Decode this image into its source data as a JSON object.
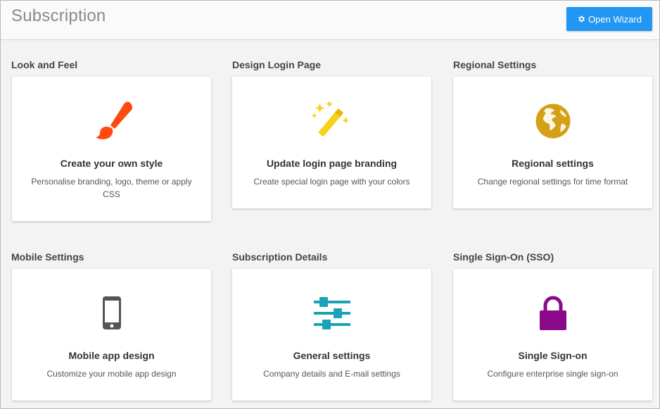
{
  "header": {
    "title": "Subscription",
    "wizard_label": "Open Wizard"
  },
  "sections": [
    {
      "title": "Look and Feel",
      "card_title": "Create your own style",
      "card_desc": "Personalise branding, logo, theme or apply CSS",
      "icon": "paint-brush-icon",
      "icon_color": "#ff4a12"
    },
    {
      "title": "Design Login Page",
      "card_title": "Update login page branding",
      "card_desc": "Create special login page with your colors",
      "icon": "magic-wand-icon",
      "icon_color": "#f7d21a"
    },
    {
      "title": "Regional Settings",
      "card_title": "Regional settings",
      "card_desc": "Change regional settings for time format",
      "icon": "globe-icon",
      "icon_color": "#d4a017"
    },
    {
      "title": "Mobile Settings",
      "card_title": "Mobile app design",
      "card_desc": "Customize your mobile app design",
      "icon": "mobile-phone-icon",
      "icon_color": "#555555"
    },
    {
      "title": "Subscription Details",
      "card_title": "General settings",
      "card_desc": "Company details and E-mail settings",
      "icon": "sliders-icon",
      "icon_color": "#1aa3b8"
    },
    {
      "title": "Single Sign-On (SSO)",
      "card_title": "Single Sign-on",
      "card_desc": "Configure enterprise single sign-on",
      "icon": "lock-icon",
      "icon_color": "#8a0a8a"
    }
  ],
  "colors": {
    "accent": "#2196f3"
  }
}
